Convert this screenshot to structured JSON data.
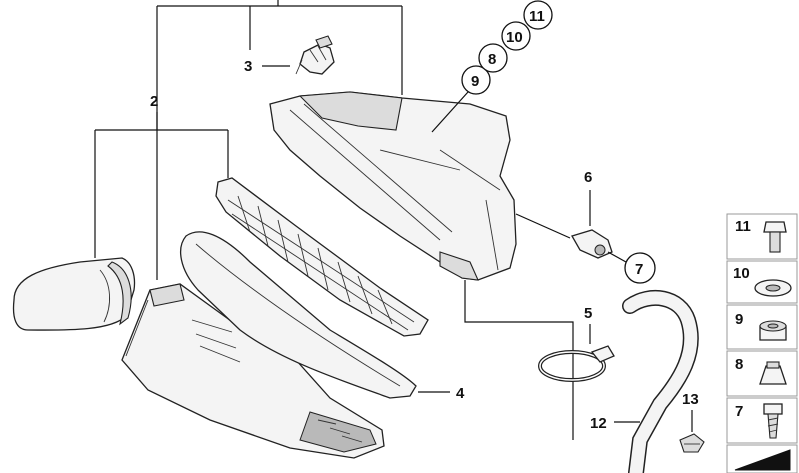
{
  "callouts": {
    "c2": "2",
    "c3": "3",
    "c4": "4",
    "c5": "5",
    "c6": "6",
    "c7": "7",
    "c8": "8",
    "c9": "9",
    "c10": "10",
    "c11": "11",
    "c12": "12",
    "c13": "13"
  },
  "legend": {
    "items": [
      {
        "label": "11",
        "icon": "bolt-icon"
      },
      {
        "label": "10",
        "icon": "washer-icon"
      },
      {
        "label": "9",
        "icon": "grommet-icon"
      },
      {
        "label": "8",
        "icon": "nut-clip-icon"
      },
      {
        "label": "7",
        "icon": "screw-icon"
      },
      {
        "label": "",
        "icon": "ramp-icon"
      }
    ]
  }
}
